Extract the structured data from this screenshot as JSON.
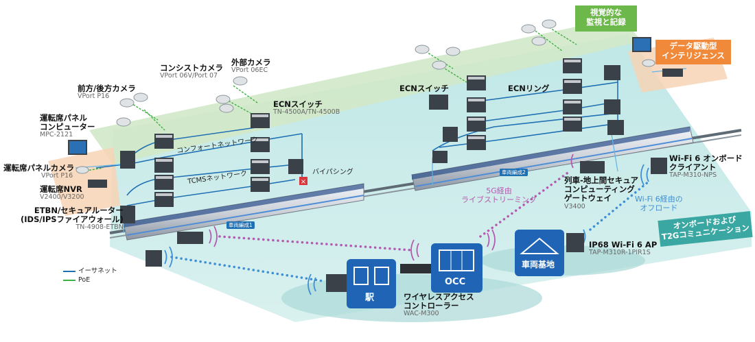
{
  "badges": {
    "visual": "視覚的な\n監視と記録",
    "data": "データ駆動型\nインテリジェンス",
    "t2g": "オンボードおよび\nT2Gコミュニケーション"
  },
  "labels": {
    "front_rear_camera": {
      "title": "前方/後方カメラ",
      "model": "VPort P16"
    },
    "consist_camera": {
      "title": "コンシストカメラ",
      "model": "VPort 06V/Port 07"
    },
    "external_camera": {
      "title": "外部カメラ",
      "model": "VPort 06EC"
    },
    "ecn_switch_left": {
      "title": "ECNスイッチ",
      "model": "TN-4500A/TN-4500B"
    },
    "ecn_switch_right": {
      "title": "ECNスイッチ"
    },
    "ecn_ring": {
      "title": "ECNリング"
    },
    "driver_panel_pc": {
      "title": "運転席パネル\nコンピューター",
      "model": "MPC-2121"
    },
    "driver_panel_camera": {
      "title": "運転席パネルカメラ",
      "model": "VPort P16"
    },
    "driver_nvr": {
      "title": "運転席NVR",
      "model": "V2400/V3200"
    },
    "etbn_router": {
      "title": "ETBN/セキュアルーター\n(IDS/IPSファイアウォール)",
      "model": "TN-4908-ETBN"
    },
    "comfort_network": "コンフォートネットワーク",
    "tcms_network": "TCMSネットワーク",
    "bypassing": "バイパシング",
    "car1": "車両編成1",
    "car2": "車両編成2",
    "live_streaming": "5G経由\nライブストリーミング",
    "wifi_offload": "Wi-Fi 6経由の\nオフロード",
    "gateway": {
      "title": "列車-地上間セキュア\nコンピューティング\nゲートウェイ",
      "model": "V3400"
    },
    "wifi_client": {
      "title": "Wi-Fi 6 オンボード\nクライアント",
      "model": "TAP-M310-NPS"
    },
    "ip68_ap": {
      "title": "IP68 Wi-Fi 6 AP",
      "model": "TAP-M310R-1PIR1S"
    },
    "wireless_controller": {
      "title": "ワイヤレスアクセス\nコントローラー",
      "model": "WAC-M300"
    },
    "station": "駅",
    "occ": "OCC",
    "depot": "車両基地"
  },
  "legend": [
    {
      "label": "イーサネット",
      "color": "#1f6fb3"
    },
    {
      "label": "PoE",
      "color": "#3cb043"
    }
  ],
  "colors": {
    "teal": "#bfe5e4",
    "green": "#cfe6c3",
    "orange": "#f4c59e",
    "orange_badge": "#f08a3a",
    "green_badge": "#6cb84a",
    "teal_badge": "#3aa7a2",
    "blue": "#1f6fb3",
    "purple": "#b35bb0"
  }
}
